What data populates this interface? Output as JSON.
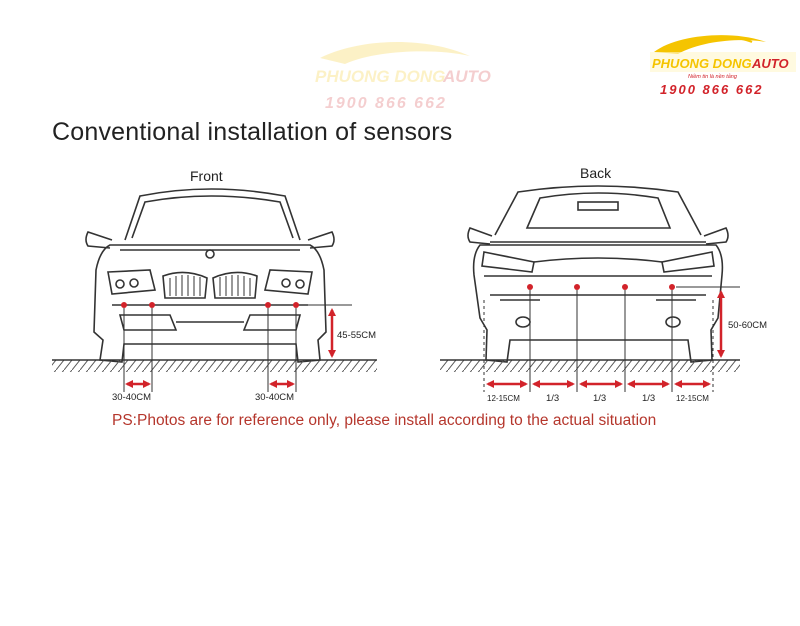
{
  "title": "Conventional installation  of sensors",
  "front_label": "Front",
  "back_label": "Back",
  "front_height": "45-55CM",
  "front_gap_left": "30-40CM",
  "front_gap_right": "30-40CM",
  "back_height": "50-60CM",
  "back_edge_left": "12-15CM",
  "back_third_1": "1/3",
  "back_third_2": "1/3",
  "back_third_3": "1/3",
  "back_edge_right": "12-15CM",
  "note": "PS:Photos are for reference only, please install according to the actual situation",
  "logo": {
    "brand_left": "PHUONG DONG",
    "brand_right": "AUTO",
    "tagline": "Niềm tin là nền tảng",
    "phone": "1900 866 662"
  },
  "watermark": {
    "brand_left": "PHUONG DONG",
    "brand_right": "AUTO",
    "phone": "1900 866 662"
  },
  "colors": {
    "accent_red": "#d2232a",
    "logo_yellow": "#f5c400",
    "line": "#333333"
  }
}
